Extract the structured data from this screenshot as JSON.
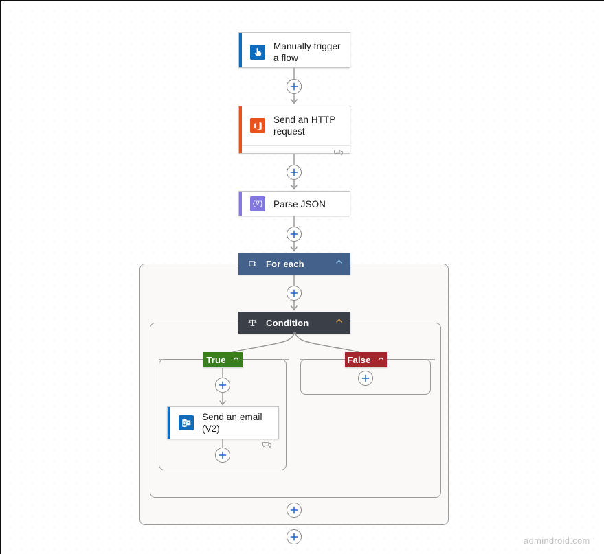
{
  "canvas": {
    "watermark": "admindroid.com",
    "background": "#ffffff",
    "dot_color": "#d0d0d4"
  },
  "colors": {
    "trigger_accent": "#0f6cbd",
    "http_accent": "#e8521e",
    "parse_accent": "#8378de",
    "email_accent": "#0f6cbd",
    "foreach_header": "#44618b",
    "condition_header": "#3b4048",
    "true_pill": "#3a7d1e",
    "false_pill": "#a4262c",
    "plus_glyph": "#2266cc",
    "connector": "#979593",
    "scope_fill": "#faf9f8",
    "scope_border": "#9a9a9a",
    "card_border": "#c8c6c4"
  },
  "nodes": {
    "trigger": {
      "title": "Manually trigger a flow",
      "icon": "manual-trigger-icon",
      "has_footer": false
    },
    "http": {
      "title": "Send an HTTP request",
      "icon": "office365-icon",
      "has_footer": true,
      "footer_icon": "comment-icon"
    },
    "parse_json": {
      "title": "Parse JSON",
      "icon": "parse-json-icon",
      "has_footer": false
    },
    "for_each": {
      "title": "For each",
      "icon": "foreach-loop-icon",
      "chevron": "chevron-up-icon"
    },
    "condition": {
      "title": "Condition",
      "icon": "condition-scales-icon",
      "chevron": "chevron-up-icon"
    },
    "branch_true": {
      "title": "True",
      "chevron": "chevron-up-icon"
    },
    "branch_false": {
      "title": "False",
      "chevron": "chevron-up-icon"
    },
    "email": {
      "title": "Send an email (V2)",
      "icon": "outlook-icon",
      "has_footer": true,
      "footer_icon": "comment-icon"
    }
  },
  "add_buttons": {
    "label": "+",
    "after_trigger": "add-step-after-trigger",
    "after_http": "add-step-after-http",
    "after_parse": "add-step-after-parse-json",
    "in_foreach_top": "add-step-inside-for-each",
    "in_true_top": "add-step-true-branch-top",
    "in_true_bottom": "add-step-true-branch-bottom",
    "in_false": "add-step-false-branch",
    "end_foreach": "add-step-end-for-each",
    "end_flow": "add-step-end-flow"
  }
}
